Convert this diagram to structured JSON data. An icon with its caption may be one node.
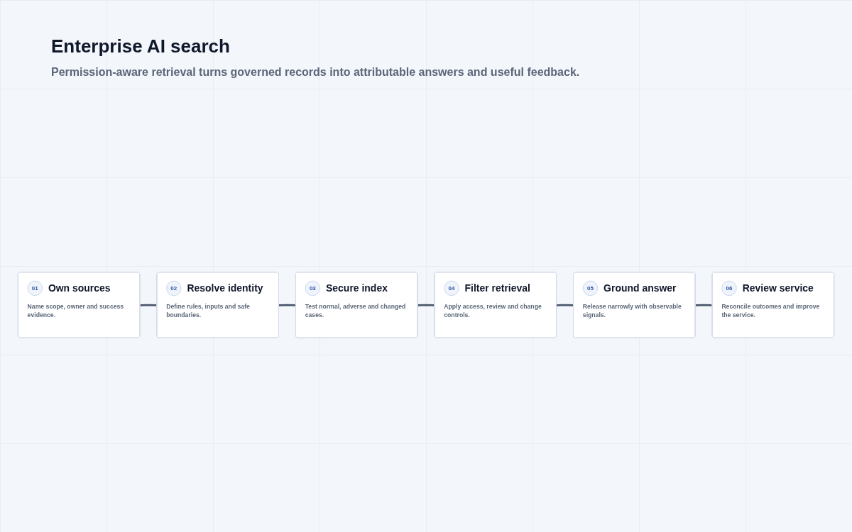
{
  "diagram": {
    "title": "Enterprise AI search",
    "caption": "Permission-aware retrieval turns governed records into attributable answers and useful feedback.",
    "nodes": [
      {
        "text": [
          "01",
          "Own sources",
          "Name scope, owner and success evidence."
        ]
      },
      {
        "text": [
          "02",
          "Resolve identity",
          "Define rules, inputs and safe boundaries."
        ]
      },
      {
        "text": [
          "03",
          "Secure index",
          "Test normal, adverse and changed cases."
        ]
      },
      {
        "text": [
          "04",
          "Filter retrieval",
          "Apply access, review and change controls."
        ]
      },
      {
        "text": [
          "05",
          "Ground answer",
          "Release narrowly with observable signals."
        ]
      },
      {
        "text": [
          "06",
          "Review service",
          "Reconcile outcomes and improve the service."
        ]
      }
    ],
    "edges": [
      {
        "from": 0,
        "to": 1,
        "arrow": "none"
      },
      {
        "from": 1,
        "to": 2,
        "arrow": "none"
      },
      {
        "from": 2,
        "to": 3,
        "arrow": "none"
      },
      {
        "from": 3,
        "to": 4,
        "arrow": "none"
      },
      {
        "from": 4,
        "to": 5,
        "arrow": "none"
      }
    ]
  }
}
